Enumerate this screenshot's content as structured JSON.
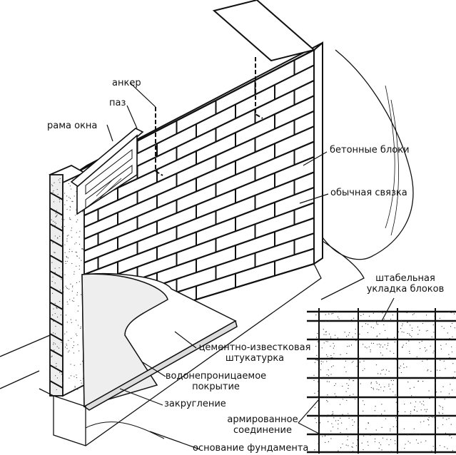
{
  "labels": {
    "anchor": "анкер",
    "groove": "паз",
    "window_frame": "рама окна",
    "concrete_blocks": "бетонные  блоки",
    "common_bond": "обычная связка",
    "stack_bond_1": "штабельная",
    "stack_bond_2": "укладка блоков",
    "plaster_1": "цементно-известковая",
    "plaster_2": "штукатурка",
    "waterproof_1": "водонепроницаемое",
    "waterproof_2": "покрытие",
    "fillet": "закругление",
    "reinforced_1": "армированное",
    "reinforced_2": "соединение",
    "foundation": "основание  фундамента"
  }
}
